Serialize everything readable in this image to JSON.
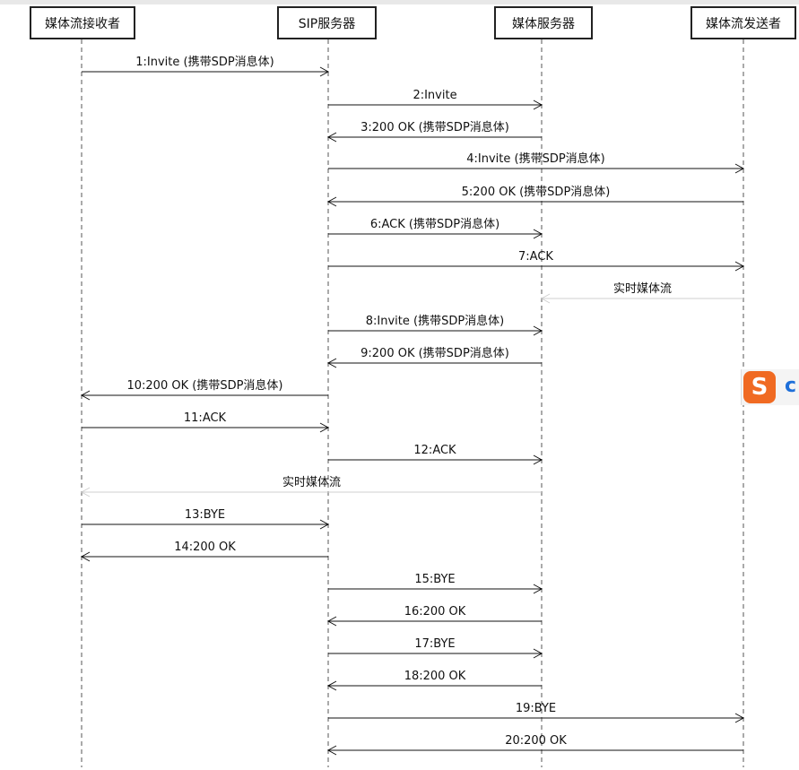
{
  "actors": [
    {
      "id": "receiver",
      "label": "媒体流接收者"
    },
    {
      "id": "sip",
      "label": "SIP服务器"
    },
    {
      "id": "media",
      "label": "媒体服务器"
    },
    {
      "id": "sender",
      "label": "媒体流发送者"
    }
  ],
  "messages": [
    {
      "from": "receiver",
      "to": "sip",
      "label": "1:Invite (携带SDP消息体)"
    },
    {
      "from": "sip",
      "to": "media",
      "label": "2:Invite"
    },
    {
      "from": "media",
      "to": "sip",
      "label": "3:200 OK (携带SDP消息体)"
    },
    {
      "from": "sip",
      "to": "sender",
      "label": "4:Invite (携带SDP消息体)"
    },
    {
      "from": "sender",
      "to": "sip",
      "label": "5:200 OK (携带SDP消息体)"
    },
    {
      "from": "sip",
      "to": "media",
      "label": "6:ACK (携带SDP消息体)"
    },
    {
      "from": "sip",
      "to": "sender",
      "label": "7:ACK"
    },
    {
      "from": "sender",
      "to": "media",
      "label": "实时媒体流",
      "style": "stream"
    },
    {
      "from": "sip",
      "to": "media",
      "label": "8:Invite (携带SDP消息体)"
    },
    {
      "from": "media",
      "to": "sip",
      "label": "9:200 OK (携带SDP消息体)"
    },
    {
      "from": "sip",
      "to": "receiver",
      "label": "10:200 OK (携带SDP消息体)"
    },
    {
      "from": "receiver",
      "to": "sip",
      "label": "11:ACK"
    },
    {
      "from": "sip",
      "to": "media",
      "label": "12:ACK"
    },
    {
      "from": "media",
      "to": "receiver",
      "label": "实时媒体流",
      "style": "stream"
    },
    {
      "from": "receiver",
      "to": "sip",
      "label": "13:BYE"
    },
    {
      "from": "sip",
      "to": "receiver",
      "label": "14:200 OK"
    },
    {
      "from": "sip",
      "to": "media",
      "label": "15:BYE"
    },
    {
      "from": "media",
      "to": "sip",
      "label": "16:200 OK"
    },
    {
      "from": "sip",
      "to": "media",
      "label": "17:BYE"
    },
    {
      "from": "media",
      "to": "sip",
      "label": "18:200 OK"
    },
    {
      "from": "sip",
      "to": "sender",
      "label": "19:BYE"
    },
    {
      "from": "sender",
      "to": "sip",
      "label": "20:200 OK"
    }
  ],
  "colors": {
    "line": "#111111",
    "stream": "#cfcfcf",
    "lifeline": "#555555",
    "ime_logo": "#f06a22",
    "ime_text": "#1e6fd9"
  },
  "ime": {
    "logo_glyph": "S",
    "letter": "c"
  }
}
